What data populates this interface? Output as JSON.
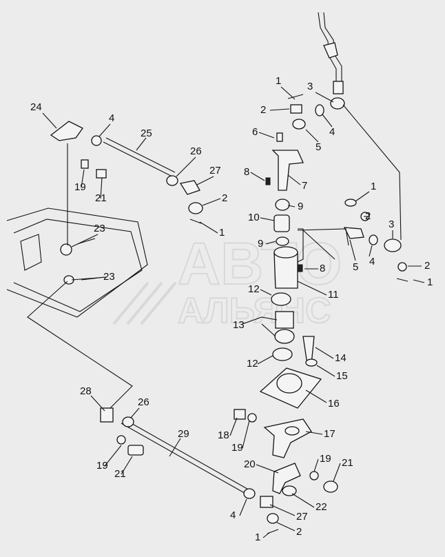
{
  "watermark": {
    "line1": "АВТО",
    "line2": "АЛЬЯНС"
  },
  "callouts": [
    {
      "id": "c1",
      "text": "1"
    },
    {
      "id": "c2",
      "text": "2"
    },
    {
      "id": "c3",
      "text": "3"
    },
    {
      "id": "c4",
      "text": "4"
    },
    {
      "id": "c5",
      "text": "5"
    },
    {
      "id": "c6",
      "text": "6"
    },
    {
      "id": "c7",
      "text": "7"
    },
    {
      "id": "c8",
      "text": "8"
    },
    {
      "id": "c9",
      "text": "9"
    },
    {
      "id": "c10",
      "text": "10"
    },
    {
      "id": "c11",
      "text": "9"
    },
    {
      "id": "c12",
      "text": "1"
    },
    {
      "id": "c13",
      "text": "2"
    },
    {
      "id": "c14",
      "text": "3"
    },
    {
      "id": "c15",
      "text": "4"
    },
    {
      "id": "c16",
      "text": "5"
    },
    {
      "id": "c17",
      "text": "2"
    },
    {
      "id": "c18",
      "text": "1"
    },
    {
      "id": "c19",
      "text": "8"
    },
    {
      "id": "c20",
      "text": "11"
    },
    {
      "id": "c21",
      "text": "12"
    },
    {
      "id": "c22",
      "text": "13"
    },
    {
      "id": "c23",
      "text": "12"
    },
    {
      "id": "c24",
      "text": "14"
    },
    {
      "id": "c25",
      "text": "15"
    },
    {
      "id": "c26",
      "text": "16"
    },
    {
      "id": "c27",
      "text": "17"
    },
    {
      "id": "c28",
      "text": "18"
    },
    {
      "id": "c29",
      "text": "19"
    },
    {
      "id": "c30",
      "text": "20"
    },
    {
      "id": "c31",
      "text": "19"
    },
    {
      "id": "c32",
      "text": "21"
    },
    {
      "id": "c33",
      "text": "22"
    },
    {
      "id": "c34",
      "text": "27"
    },
    {
      "id": "c35",
      "text": "2"
    },
    {
      "id": "c36",
      "text": "4"
    },
    {
      "id": "c37",
      "text": "1"
    },
    {
      "id": "c38",
      "text": "29"
    },
    {
      "id": "c39",
      "text": "28"
    },
    {
      "id": "c40",
      "text": "26"
    },
    {
      "id": "c41",
      "text": "19"
    },
    {
      "id": "c42",
      "text": "21"
    },
    {
      "id": "c43",
      "text": "24"
    },
    {
      "id": "c44",
      "text": "4"
    },
    {
      "id": "c45",
      "text": "25"
    },
    {
      "id": "c46",
      "text": "26"
    },
    {
      "id": "c47",
      "text": "27"
    },
    {
      "id": "c48",
      "text": "19"
    },
    {
      "id": "c49",
      "text": "21"
    },
    {
      "id": "c50",
      "text": "23"
    },
    {
      "id": "c51",
      "text": "23"
    },
    {
      "id": "c52",
      "text": "2"
    },
    {
      "id": "c53",
      "text": "1"
    }
  ]
}
